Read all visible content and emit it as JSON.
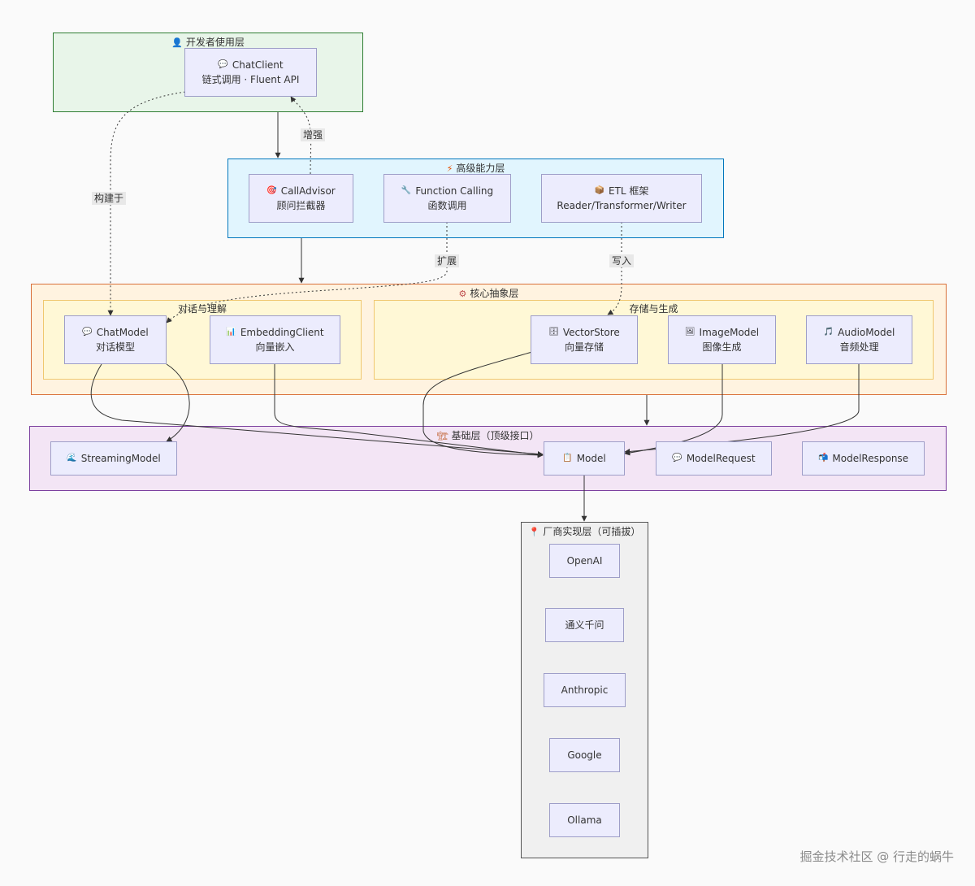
{
  "layers": {
    "developer": {
      "icon": "👤",
      "title": "开发者使用层",
      "color": "#e8f5e9",
      "border": "#2e7d32"
    },
    "advanced": {
      "icon": "⚡",
      "title": "高级能力层",
      "color": "#e1f5fe",
      "border": "#0277bd"
    },
    "core": {
      "icon": "⚙",
      "title": "核心抽象层",
      "color": "#fff3e0",
      "border": "#d9703a"
    },
    "dialog_group": {
      "title": "对话与理解"
    },
    "storage_group": {
      "title": "存储与生成"
    },
    "base": {
      "icon": "🏗",
      "title": "基础层（顶级接口）",
      "color": "#f3e5f5",
      "border": "#7b3f9e"
    },
    "vendor": {
      "icon": "📍",
      "title": "厂商实现层（可插拔）",
      "color": "#f0f0f0",
      "border": "#555555"
    }
  },
  "nodes": {
    "chatclient": {
      "icon": "💬",
      "line1": "ChatClient",
      "line2": "链式调用 · Fluent API"
    },
    "calladvisor": {
      "icon": "🎯",
      "line1": "CallAdvisor",
      "line2": "顾问拦截器"
    },
    "function_calling": {
      "icon": "🔧",
      "line1": "Function Calling",
      "line2": "函数调用"
    },
    "etl": {
      "icon": "📦",
      "line1": "ETL 框架",
      "line2": "Reader/Transformer/Writer"
    },
    "chatmodel": {
      "icon": "💬",
      "line1": "ChatModel",
      "line2": "对话模型"
    },
    "embedding": {
      "icon": "📊",
      "line1": "EmbeddingClient",
      "line2": "向量嵌入"
    },
    "vectorstore": {
      "icon": "🗄",
      "line1": "VectorStore",
      "line2": "向量存储"
    },
    "imagemodel": {
      "icon": "🖼",
      "line1": "ImageModel",
      "line2": "图像生成"
    },
    "audiomodel": {
      "icon": "🎵",
      "line1": "AudioModel",
      "line2": "音频处理"
    },
    "streaming": {
      "icon": "🌊",
      "line1": "StreamingModel"
    },
    "model": {
      "icon": "📋",
      "line1": "Model"
    },
    "modelrequest": {
      "icon": "💬",
      "line1": "ModelRequest"
    },
    "modelresponse": {
      "icon": "📬",
      "line1": "ModelResponse"
    },
    "openai": {
      "line1": "OpenAI"
    },
    "tongyi": {
      "line1": "通义千问"
    },
    "anthropic": {
      "line1": "Anthropic"
    },
    "google": {
      "line1": "Google"
    },
    "ollama": {
      "line1": "Ollama"
    }
  },
  "edge_labels": {
    "enhance": "增强",
    "built_on": "构建于",
    "extend": "扩展",
    "write": "写入"
  },
  "watermark": "掘金技术社区 @ 行走的蜗牛"
}
